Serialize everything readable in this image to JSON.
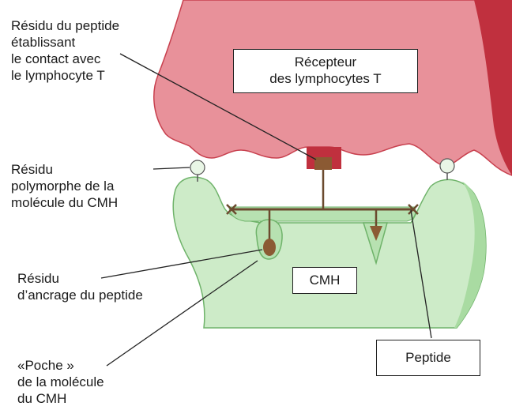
{
  "labels": {
    "residu_contact": [
      "Résidu du peptide",
      "établissant",
      "le contact avec",
      "le lymphocyte T"
    ],
    "recepteur": [
      "Récepteur",
      "des lymphocytes T"
    ],
    "residu_polymorphe": [
      "Résidu",
      "polymorphe de la",
      "molécule du CMH"
    ],
    "residu_ancrage": [
      "Résidu",
      "d’ancrage du peptide"
    ],
    "cmh": "CMH",
    "poche": [
      "«Poche »",
      "de la molécule",
      "du CMH"
    ],
    "peptide": "Peptide"
  },
  "colors": {
    "tcr_fill": "#e8919a",
    "tcr_edge": "#c8404e",
    "tcr_dark": "#c0303e",
    "mhc_fill": "#cdebc8",
    "mhc_edge": "#6fb36a",
    "mhc_dark": "#a9dba2",
    "peptide": "#6b4a2e",
    "anchor": "#8b5a33"
  }
}
